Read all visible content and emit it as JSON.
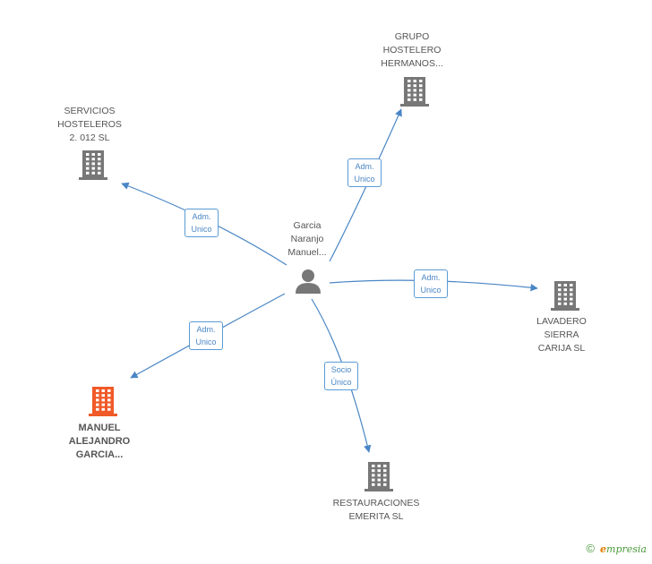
{
  "center": {
    "label": "Garcia\nNaranjo\nManuel...",
    "icon": "person-icon"
  },
  "nodes": [
    {
      "id": "grupo",
      "label": "GRUPO\nHOSTELERO\nHERMANOS...",
      "icon": "building-icon",
      "color": "#777777"
    },
    {
      "id": "servicios",
      "label": "SERVICIOS\nHOSTELEROS\n2. 012 SL",
      "icon": "building-icon",
      "color": "#777777"
    },
    {
      "id": "lavadero",
      "label": "LAVADERO\nSIERRA\nCARIJA SL",
      "icon": "building-icon",
      "color": "#777777"
    },
    {
      "id": "manuel",
      "label": "MANUEL\nALEJANDRO\nGARCIA...",
      "icon": "building-icon",
      "color": "#f05a28"
    },
    {
      "id": "restauraciones",
      "label": "RESTAURACIONES\nEMERITA SL",
      "icon": "building-icon",
      "color": "#777777"
    }
  ],
  "edges": [
    {
      "to": "grupo",
      "label": "Adm.\nUnico"
    },
    {
      "to": "servicios",
      "label": "Adm.\nUnico"
    },
    {
      "to": "lavadero",
      "label": "Adm.\nUnico"
    },
    {
      "to": "manuel",
      "label": "Adm.\nUnico"
    },
    {
      "to": "restauraciones",
      "label": "Socio\nÚnico"
    }
  ],
  "colors": {
    "edge": "#4a86c5",
    "building": "#777777",
    "highlight": "#f05a28",
    "person": "#777777"
  },
  "footer": {
    "copyright": "©",
    "brand_e": "e",
    "brand_rest": "mpresia"
  }
}
